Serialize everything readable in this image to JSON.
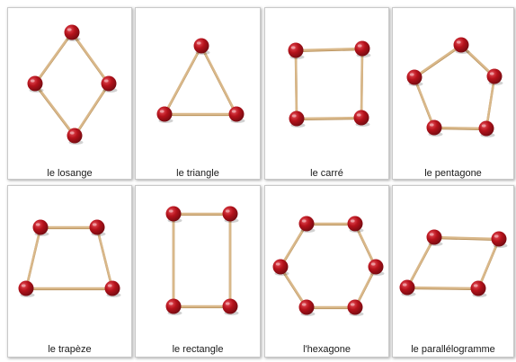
{
  "colors": {
    "stick": "#d9b88a",
    "stick_shade": "#b8905a",
    "ball": "#b5121b",
    "ball_dark": "#6e0a10",
    "ball_light": "#e8505a"
  },
  "cards": [
    {
      "id": "losange",
      "label": "le losange"
    },
    {
      "id": "triangle",
      "label": "le triangle"
    },
    {
      "id": "carre",
      "label": "le carré"
    },
    {
      "id": "pentagone",
      "label": "le pentagone"
    },
    {
      "id": "trapeze",
      "label": "le trapèze"
    },
    {
      "id": "rectangle",
      "label": "le rectangle"
    },
    {
      "id": "hexagone",
      "label": "l'hexagone"
    },
    {
      "id": "parallelogramme",
      "label": "le parallélogramme"
    }
  ]
}
